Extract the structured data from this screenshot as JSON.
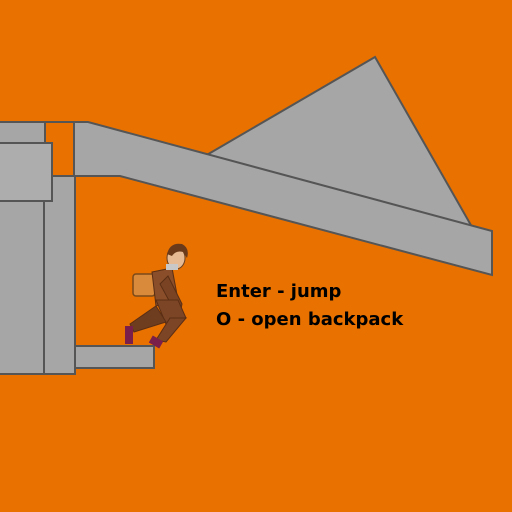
{
  "colors": {
    "background": "#E87100",
    "structure": "#A6A6A6",
    "structure_dark": "#9C9C9C",
    "outline": "#555555"
  },
  "controls": {
    "jump": "Enter - jump",
    "backpack": "O - open backpack"
  },
  "sprites": {
    "player": "traveler-with-backpack"
  }
}
